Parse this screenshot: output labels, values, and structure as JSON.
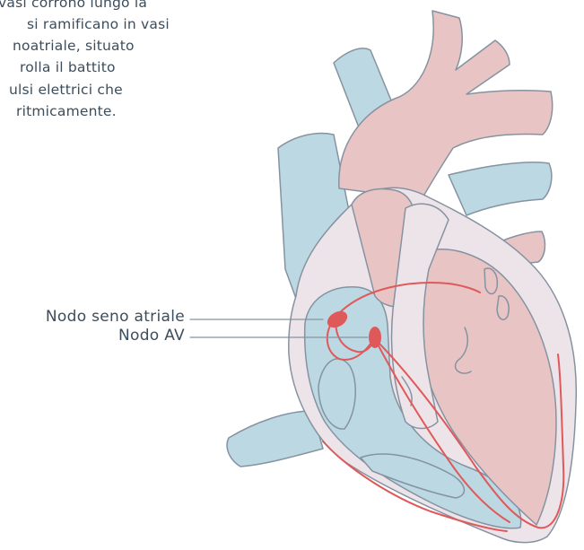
{
  "paragraph": {
    "lines": [
      "vasi corrono lungo la",
      "si ramificano in vasi",
      "noatriale, situato",
      "rolla il battito",
      "ulsi elettrici che",
      "ritmicamente."
    ]
  },
  "labels": {
    "sa_node": "Nodo seno atriale",
    "av_node": "Nodo AV"
  },
  "colors": {
    "vein_blue": "#bcd8e3",
    "artery_pink": "#e9c4c5",
    "outline": "#8593a0",
    "node_red": "#e0595a",
    "wall_light": "#ede4ea",
    "text": "#3d4d5b"
  }
}
